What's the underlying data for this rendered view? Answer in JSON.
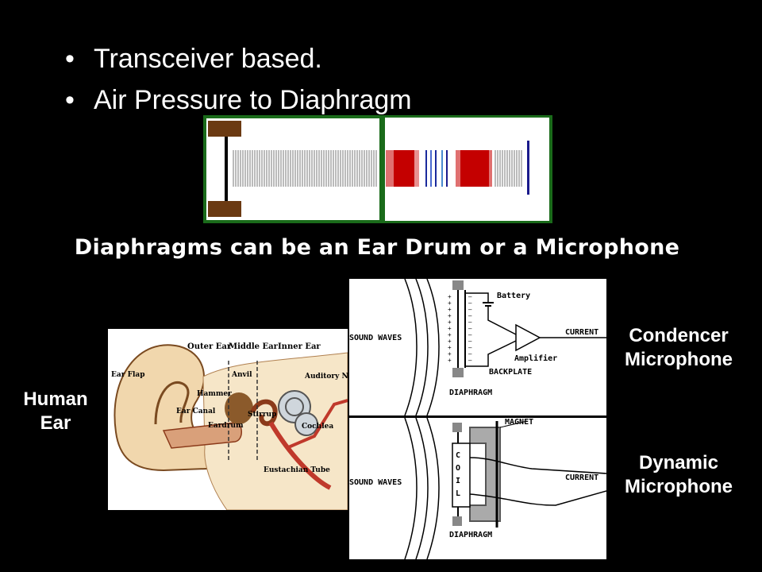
{
  "bullets": [
    "Transceiver based.",
    "Air Pressure to Diaphragm"
  ],
  "caption": "Diaphragms can be an Ear Drum or a Microphone",
  "labels": {
    "human_ear": "Human\nEar",
    "condenser": "Condencer\nMicrophone",
    "dynamic": "Dynamic\nMicrophone"
  },
  "condenser_diagram": {
    "sound_waves": "SOUND WAVES",
    "battery": "Battery",
    "current": "CURRENT",
    "amplifier": "Amplifier",
    "backplate": "BACKPLATE",
    "diaphragm": "DIAPHRAGM"
  },
  "dynamic_diagram": {
    "magnet": "MAGNET",
    "sound_waves": "SOUND WAVES",
    "current": "CURRENT",
    "coil_letters": [
      "C",
      "O",
      "I",
      "L"
    ],
    "diaphragm": "DIAPHRAGM"
  },
  "ear_diagram": {
    "outer_ear": "Outer Ear",
    "middle_ear": "Middle Ear",
    "inner_ear": "Inner Ear",
    "ear_flap": "Ear Flap",
    "anvil": "Anvil",
    "auditory_nerve": "Auditory Nerve",
    "hammer": "Hammer",
    "ear_canal": "Ear Canal",
    "stirrup": "Stirrup",
    "eardrum": "Eardrum",
    "cochlea": "Cochlea",
    "eustachian_tube": "Eustachian Tube"
  },
  "colors": {
    "frame_green": "#1a6b1a",
    "wood_brown": "#6b3a12",
    "wave_red": "#c40000",
    "diaphragm_blue": "#1a1a8c",
    "ear_skin": "#f1d7ad",
    "ear_red": "#c0392b"
  }
}
